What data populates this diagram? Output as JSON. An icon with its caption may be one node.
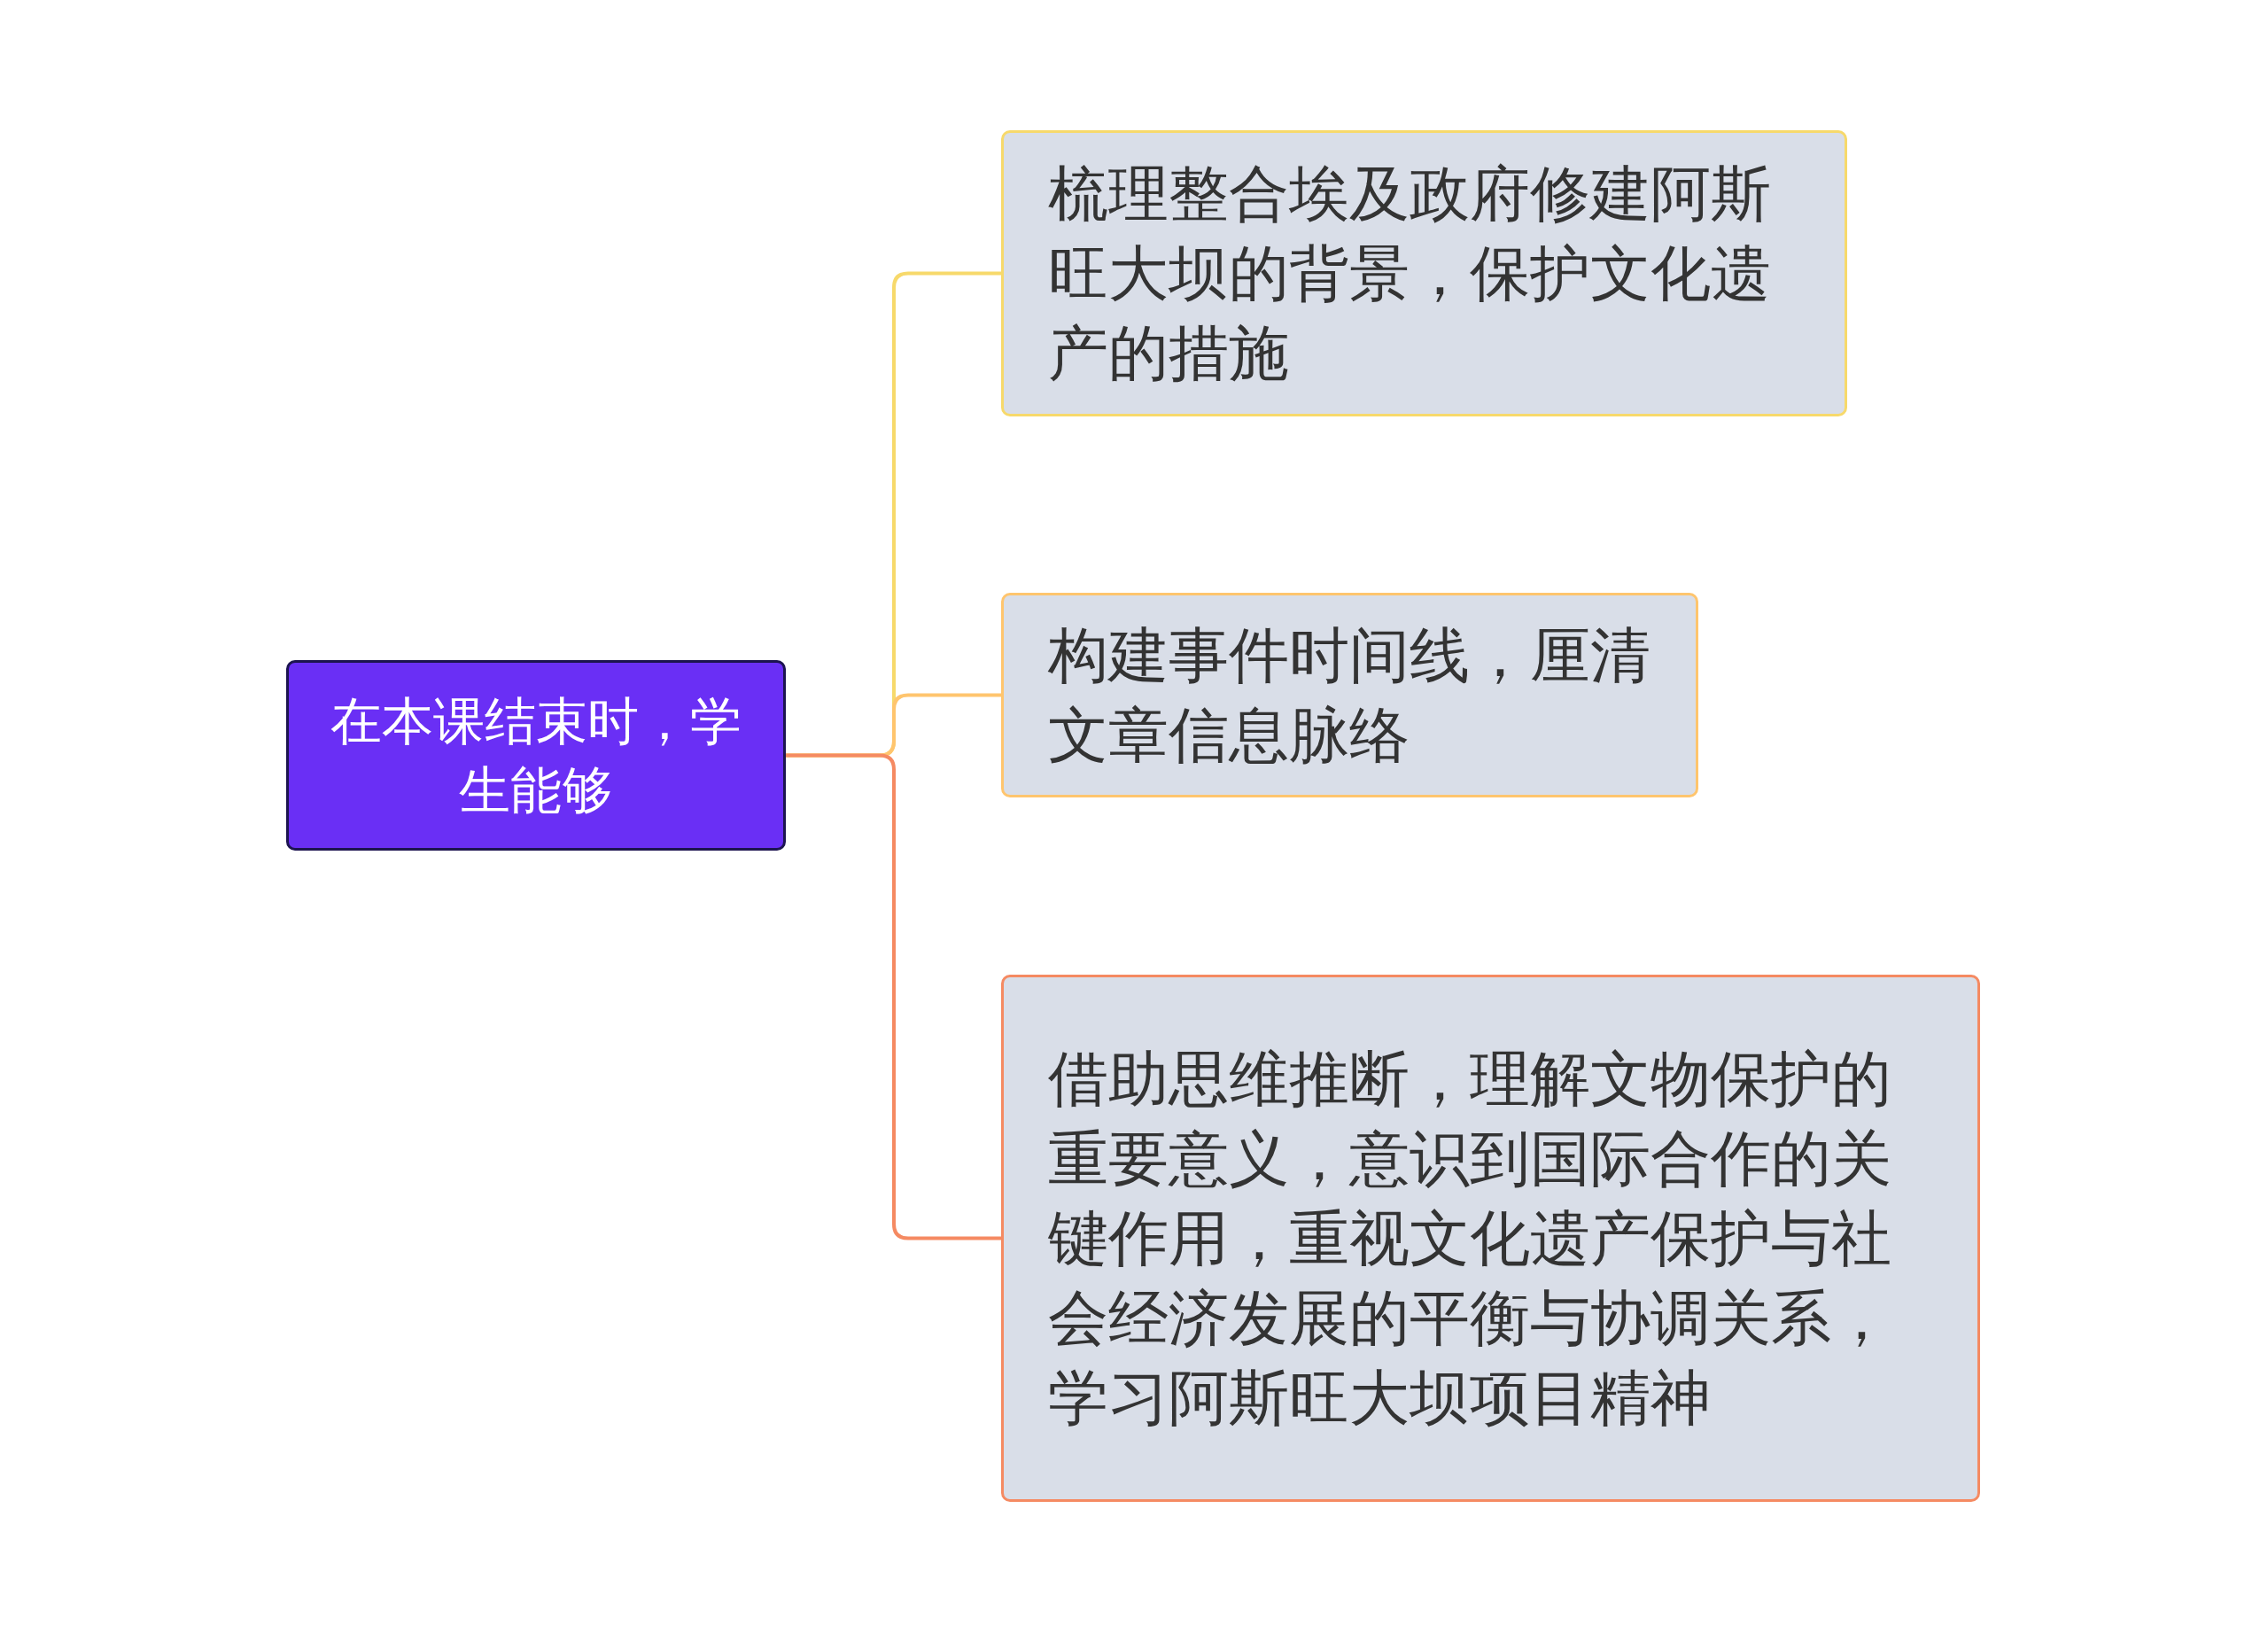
{
  "diagram": {
    "nodes": [
      {
        "text": [
          "在本课结束时，学生能够"
        ]
      },
      {
        "text": [
          "梳理整合埃及政府修建阿斯旺大坝的背景，保护文化遗产的措施"
        ]
      },
      {
        "text": [
          "构建事件时间线，厘清文章信息脉络"
        ]
      },
      {
        "text": [
          "借助思维推断，理解文物保护的重要意义，意识到国际合作的关键作用，重视文化遗产保护与社会经济发展的平衡与协调关系，学习阿斯旺大坝项目精神"
        ]
      }
    ],
    "edges": [
      {
        "from": 0,
        "to": 1,
        "arrow": "none",
        "color": "#f7d96b"
      },
      {
        "from": 0,
        "to": 2,
        "arrow": "none",
        "color": "#ffc56e"
      },
      {
        "from": 0,
        "to": 3,
        "arrow": "none",
        "color": "#f58a62"
      }
    ]
  }
}
